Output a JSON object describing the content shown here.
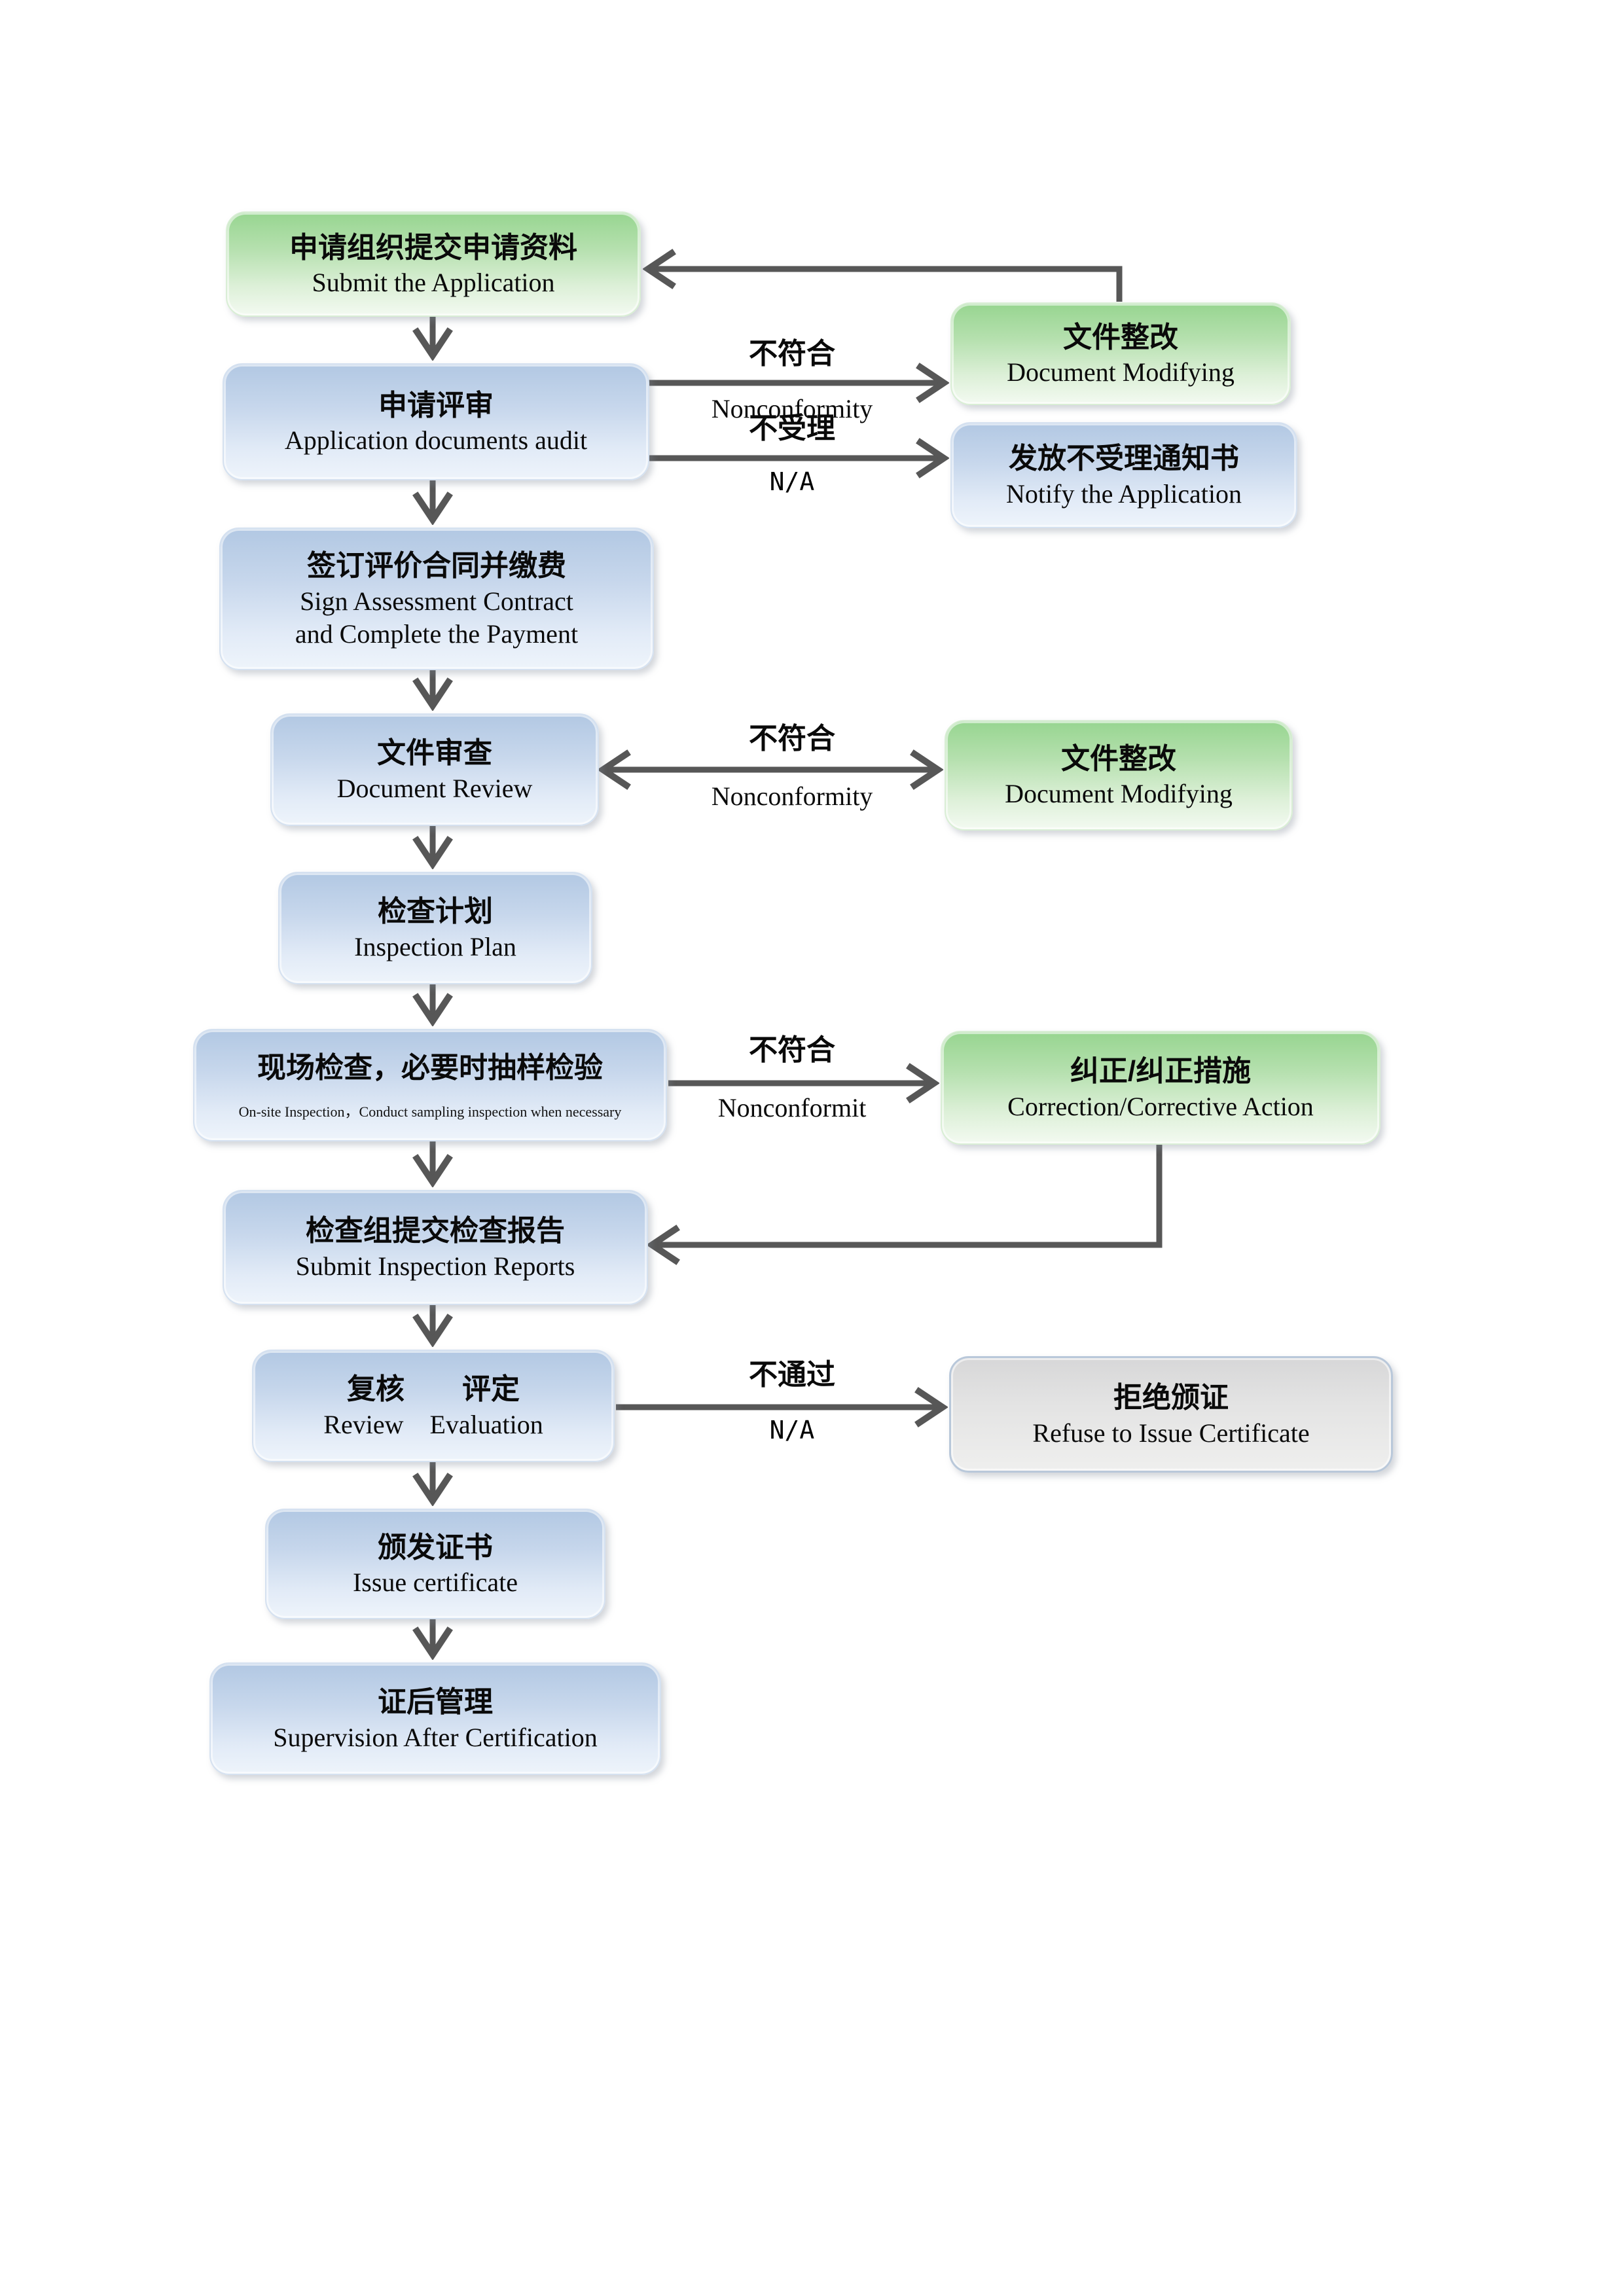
{
  "diagram": {
    "kind": "certification-process-flowchart",
    "background": "#ffffff",
    "arrow_color": "#575757",
    "node_colors": {
      "green_top": "#97d590",
      "green_bottom": "#f3faf1",
      "blue_top": "#b2c8e3",
      "blue_bottom": "#eef4fb",
      "gray_top": "#d7d7d8",
      "gray_bottom": "#efefee"
    }
  },
  "nodes": {
    "submit_application": {
      "zh": "申请组织提交申请资料",
      "en": "Submit the Application"
    },
    "application_audit": {
      "zh": "申请评审",
      "en": "Application documents audit"
    },
    "document_modifying_top": {
      "zh": "文件整改",
      "en": "Document Modifying"
    },
    "notify_application": {
      "zh": "发放不受理通知书",
      "en": "Notify the Application"
    },
    "sign_contract": {
      "zh": "签订评价合同并缴费",
      "en": "Sign Assessment Contract",
      "en2": "and Complete the Payment"
    },
    "document_review": {
      "zh": "文件审查",
      "en": "Document Review"
    },
    "document_modifying_mid": {
      "zh": "文件整改",
      "en": "Document Modifying"
    },
    "inspection_plan": {
      "zh": "检查计划",
      "en": "Inspection Plan"
    },
    "onsite_inspection": {
      "zh": "现场检查，必要时抽样检验",
      "en": "On-site Inspection，Conduct sampling inspection when necessary"
    },
    "correction": {
      "zh": "纠正/纠正措施",
      "en": "Correction/Corrective Action"
    },
    "submit_reports": {
      "zh": "检查组提交检查报告",
      "en": "Submit Inspection Reports"
    },
    "review_evaluation": {
      "zh": "复核　　评定",
      "en": "Review    Evaluation"
    },
    "refuse_certificate": {
      "zh": "拒绝颁证",
      "en": "Refuse to Issue Certificate"
    },
    "issue_certificate": {
      "zh": "颁发证书",
      "en": "Issue certificate"
    },
    "supervision": {
      "zh": "证后管理",
      "en": "Supervision After Certification"
    }
  },
  "edge_labels": {
    "audit_nonconformity": {
      "zh": "不符合",
      "en": "Nonconformity"
    },
    "audit_rejection": {
      "zh": "不受理",
      "en": "N/A"
    },
    "review_nonconformity": {
      "zh": "不符合",
      "en": "Nonconformity"
    },
    "onsite_nonconformity": {
      "zh": "不符合",
      "en": "Nonconformit"
    },
    "evaluation_fail": {
      "zh": "不通过",
      "en": "N/A"
    }
  }
}
